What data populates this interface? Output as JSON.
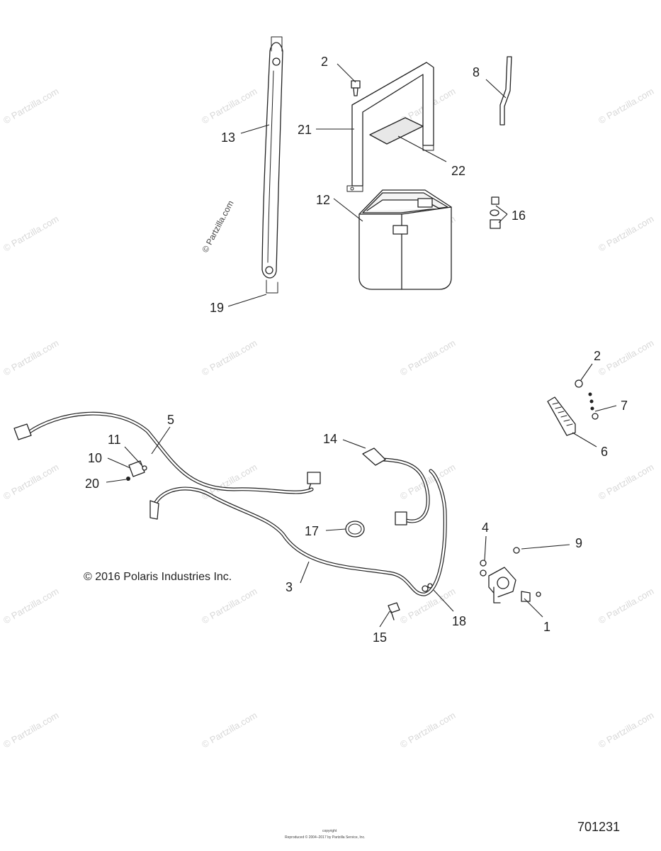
{
  "watermark": "© Partzilla.com",
  "inline_watermark": "© Partzilla.com",
  "copyright": "© 2016 Polaris Industries Inc.",
  "diagram_number": "701231",
  "footer_tiny": "Reproduced © 2004–2017 by Partzilla Service, Inc.",
  "footer_tiny_top": "copyright",
  "callouts": {
    "c1": "1",
    "c2a": "2",
    "c2b": "2",
    "c3": "3",
    "c4": "4",
    "c5": "5",
    "c6": "6",
    "c7": "7",
    "c8": "8",
    "c9": "9",
    "c10": "10",
    "c11": "11",
    "c12": "12",
    "c13": "13",
    "c14": "14",
    "c15": "15",
    "c16": "16",
    "c17": "17",
    "c18": "18",
    "c19": "19",
    "c20": "20",
    "c21": "21",
    "c22": "22"
  }
}
